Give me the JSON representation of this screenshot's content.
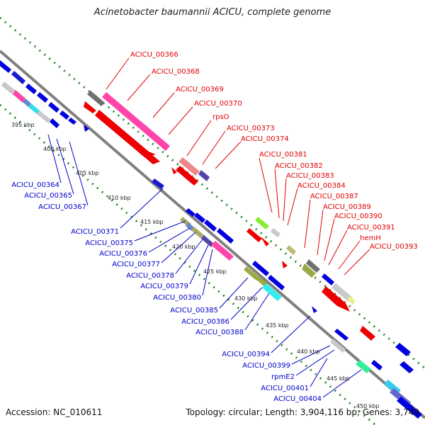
{
  "title": "Acinetobacter baumannii ACICU, complete genome",
  "accession": "Accession: NC_010611",
  "topology": "Topology: circular; Length: 3,904,116 bp; Genes: 3,749",
  "colors": {
    "forward_label": "#e00000",
    "reverse_label": "#0000cc",
    "backbone": "#808080",
    "dotted": "#2a8a2a"
  },
  "ticks": [
    "395 kbp",
    "400 kbp",
    "405 kbp",
    "410 kbp",
    "415 kbp",
    "420 kbp",
    "425 kbp",
    "430 kbp",
    "435 kbp",
    "440 kbp",
    "445 kbp",
    "450 kbp"
  ],
  "forward_genes": [
    "ACICU_00366",
    "ACICU_00368",
    "ACICU_00369",
    "ACICU_00370",
    "rpsO",
    "ACICU_00373",
    "ACICU_00374",
    "ACICU_00381",
    "ACICU_00382",
    "ACICU_00383",
    "ACICU_00384",
    "ACICU_00387",
    "ACICU_00389",
    "ACICU_00390",
    "ACICU_00391",
    "hemH",
    "ACICU_00393"
  ],
  "reverse_genes": [
    "ACICU_00364",
    "ACICU_00365",
    "ACICU_00367",
    "ACICU_00371",
    "ACICU_00375",
    "ACICU_00376",
    "ACICU_00377",
    "ACICU_00378",
    "ACICU_00379",
    "ACICU_00380",
    "ACICU_00385",
    "ACICU_00386",
    "ACICU_00388",
    "ACICU_00394",
    "ACICU_00399",
    "rpmE2",
    "ACICU_00401",
    "ACICU_00404"
  ]
}
